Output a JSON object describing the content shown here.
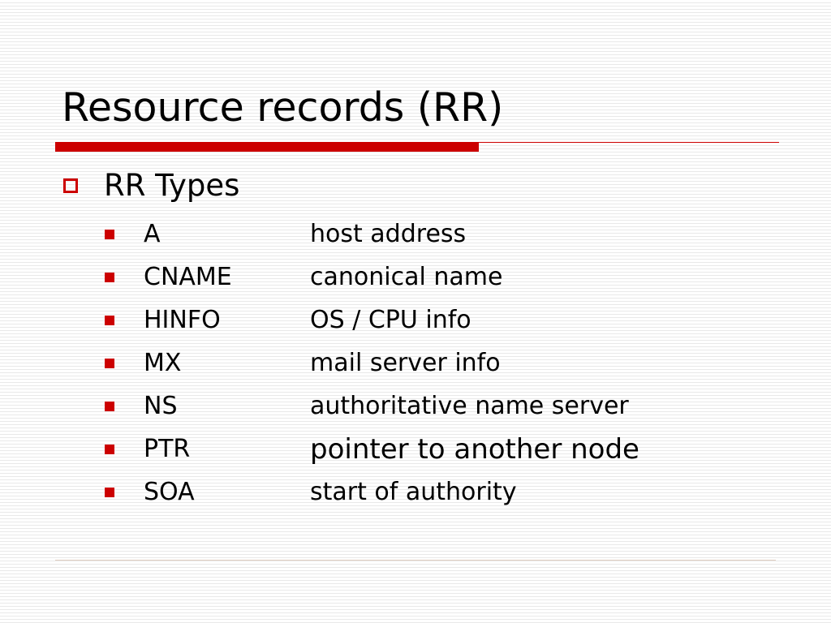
{
  "slide": {
    "title": "Resource records (RR)",
    "level1": {
      "text": "RR Types",
      "items": [
        {
          "type": "A",
          "description": "host address"
        },
        {
          "type": "CNAME",
          "description": "canonical name"
        },
        {
          "type": "HINFO",
          "description": "OS / CPU info"
        },
        {
          "type": "MX",
          "description": "mail server info"
        },
        {
          "type": "NS",
          "description": "authoritative name server"
        },
        {
          "type": "PTR",
          "description": "pointer to another node"
        },
        {
          "type": "SOA",
          "description": "start of authority"
        }
      ]
    }
  },
  "colors": {
    "accent": "#cc0000",
    "text": "#000000",
    "background": "#ffffff",
    "stripe": "#e9e9e9"
  },
  "icons": {
    "level1_bullet": "hollow-square-bullet-icon",
    "level2_bullet": "filled-square-bullet-icon"
  }
}
